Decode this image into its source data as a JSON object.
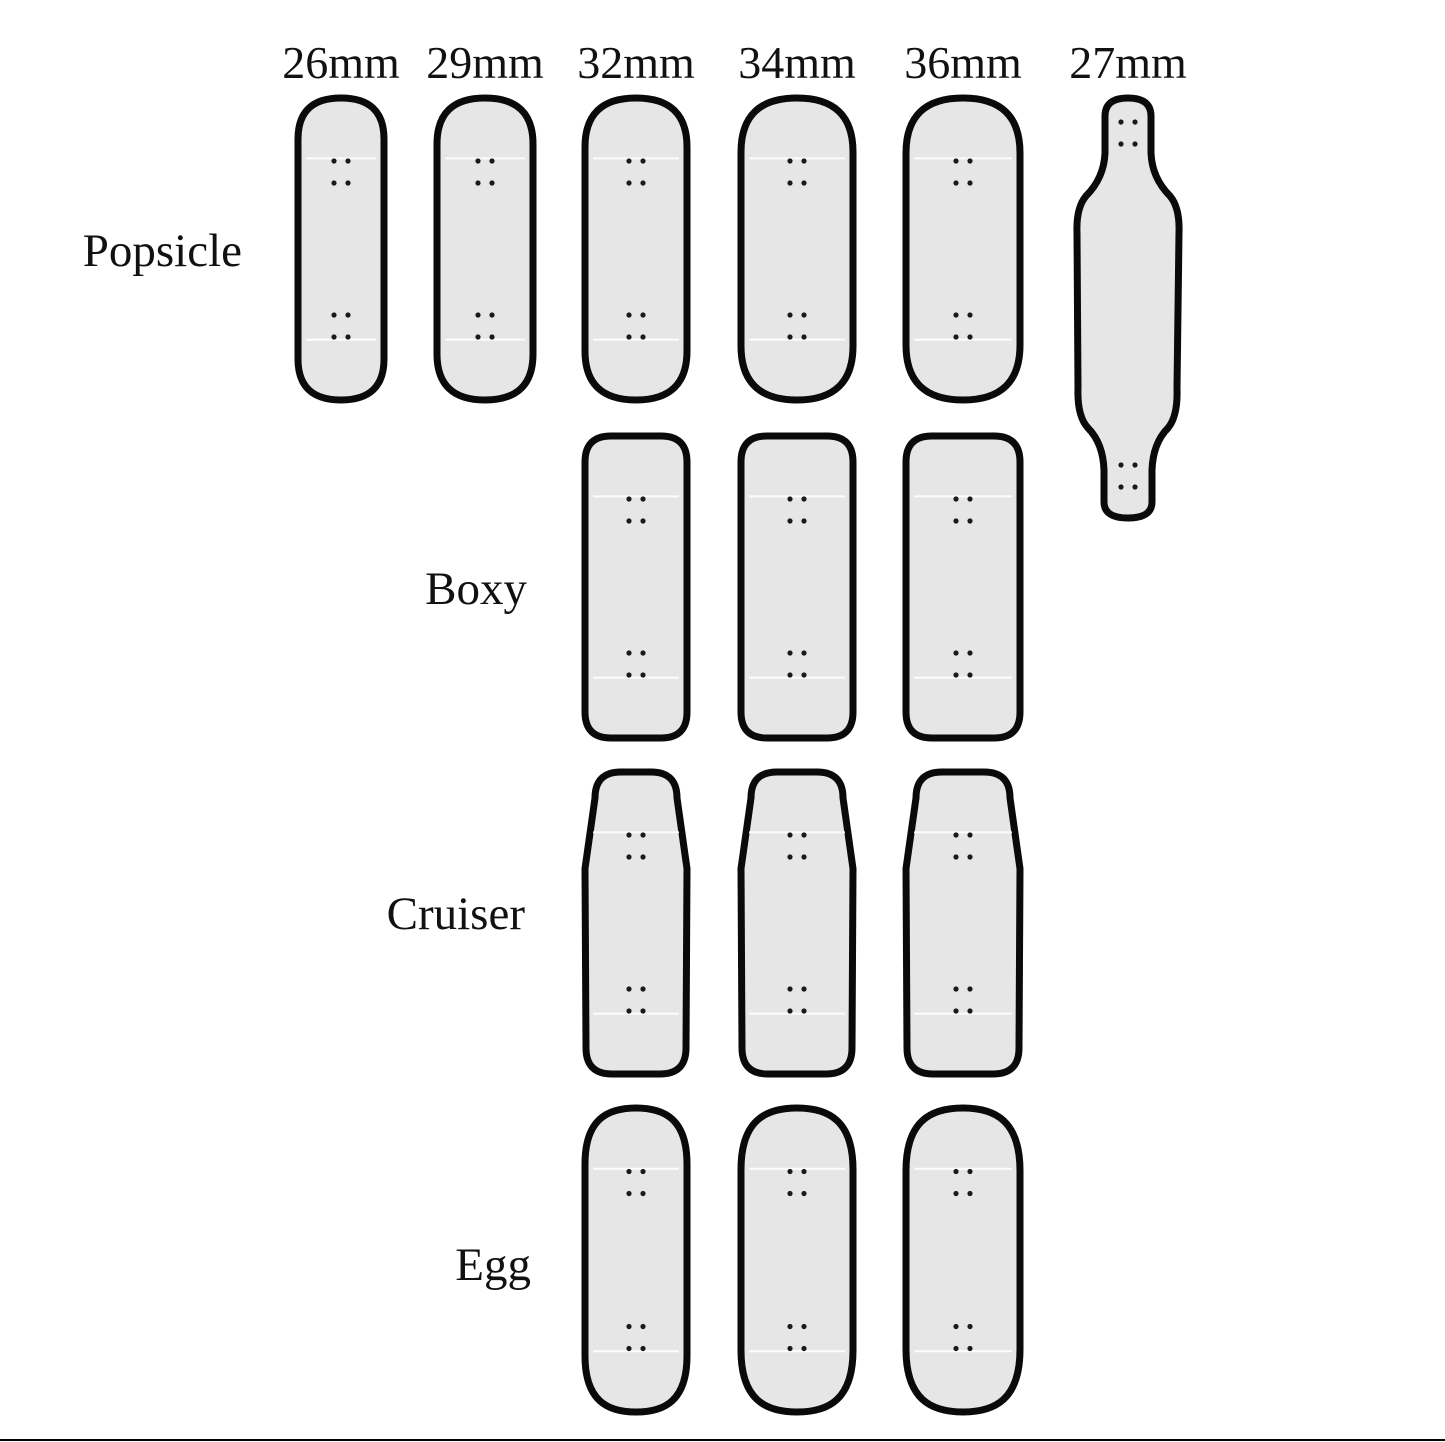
{
  "sizes": [
    {
      "id": "26",
      "label": "26mm"
    },
    {
      "id": "29",
      "label": "29mm"
    },
    {
      "id": "32",
      "label": "32mm"
    },
    {
      "id": "34",
      "label": "34mm"
    },
    {
      "id": "36",
      "label": "36mm"
    },
    {
      "id": "27",
      "label": "27mm"
    }
  ],
  "shapes": [
    {
      "id": "popsicle",
      "label": "Popsicle",
      "sizes": [
        "26",
        "29",
        "32",
        "34",
        "36"
      ]
    },
    {
      "id": "boxy",
      "label": "Boxy",
      "sizes": [
        "32",
        "34",
        "36"
      ]
    },
    {
      "id": "cruiser",
      "label": "Cruiser",
      "sizes": [
        "32",
        "34",
        "36"
      ]
    },
    {
      "id": "egg",
      "label": "Egg",
      "sizes": [
        "32",
        "34",
        "36"
      ]
    }
  ],
  "special_deck": {
    "size": "27",
    "shape": "longboard"
  },
  "colors": {
    "deck_fill": "#e6e6e6",
    "deck_outline": "#0a0a0a",
    "text": "#111111",
    "background": "#ffffff"
  }
}
